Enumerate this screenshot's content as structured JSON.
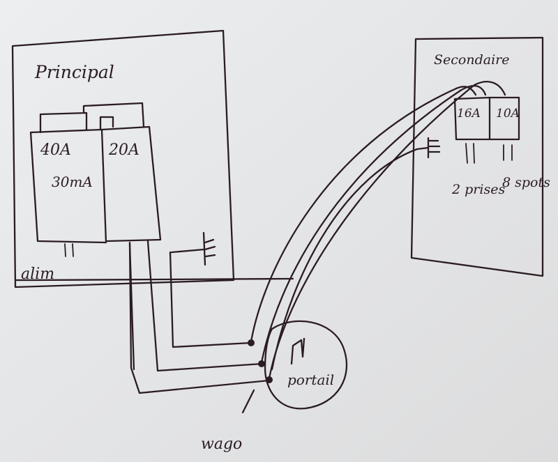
{
  "panels": {
    "main": {
      "title": "Principal"
    },
    "secondary": {
      "title": "Secondaire"
    }
  },
  "breakers": {
    "main_40a": {
      "rating": "40A",
      "sensitivity": "30mA"
    },
    "main_20a": {
      "rating": "20A"
    },
    "sec_16a": {
      "rating": "16A"
    },
    "sec_10a": {
      "rating": "10A"
    }
  },
  "labels": {
    "supply": "alim",
    "sockets": "2 prises",
    "spots": "8 spots",
    "gate": "portail",
    "connector": "wago"
  }
}
